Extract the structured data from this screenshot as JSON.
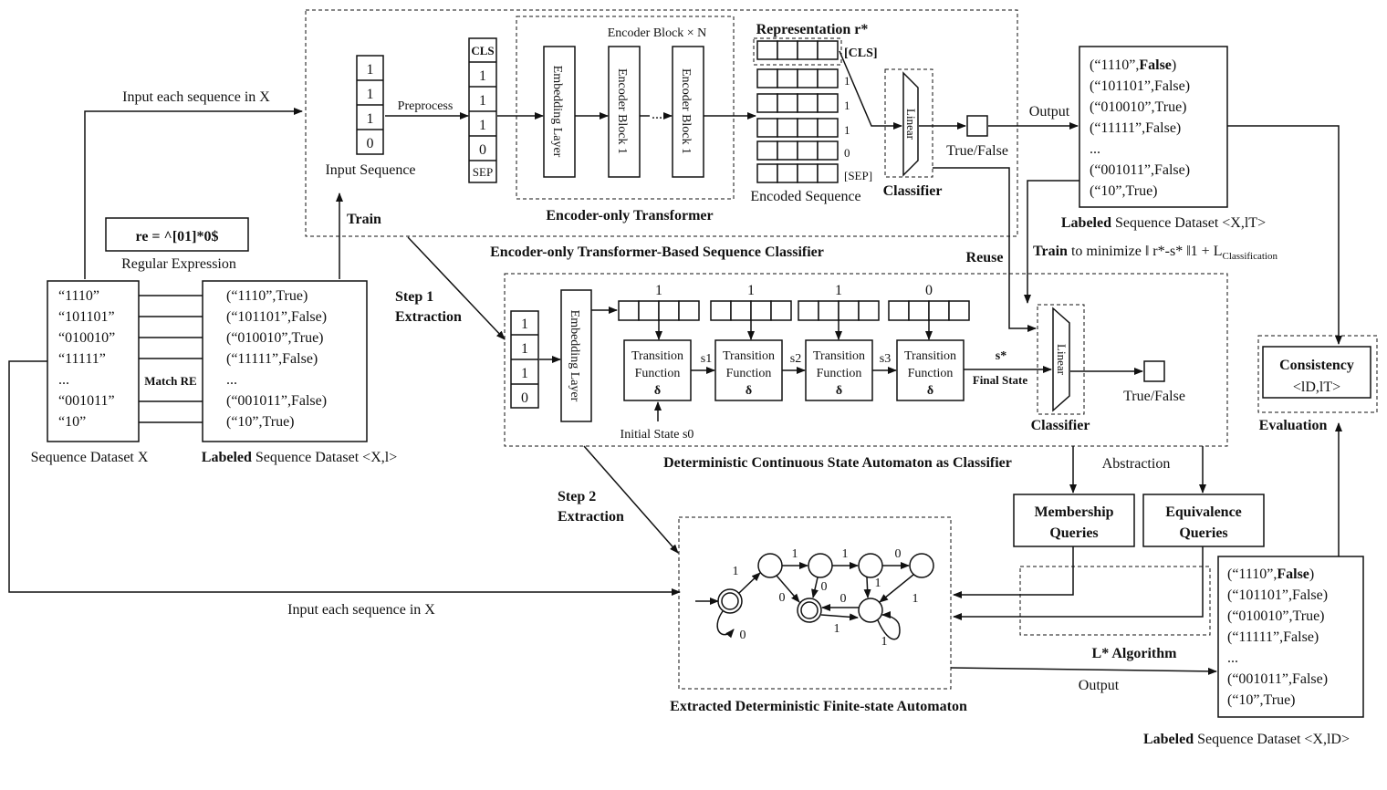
{
  "top_left_label": "Input each sequence in X",
  "regex": {
    "text": "re = ^[01]*0$",
    "caption": "Regular Expression"
  },
  "train_label": "Train",
  "dataset": {
    "items": [
      "“1110”",
      "“101101”",
      "“010010”",
      "“11111”",
      "...",
      "“001011”",
      "“10”"
    ],
    "caption": "Sequence Dataset X"
  },
  "match_re": "Match RE",
  "labeled": {
    "items": [
      "(“1110”,True)",
      "(“101101”,False)",
      "(“010010”,True)",
      "(“11111”,False)",
      "...",
      "(“001011”,False)",
      "(“10”,True)"
    ],
    "caption_bold": "Labeled",
    "caption_rest": " Sequence Dataset <X,l>"
  },
  "transformer": {
    "input_bits": [
      "1",
      "1",
      "1",
      "0"
    ],
    "input_caption": "Input Sequence",
    "preprocess": "Preprocess",
    "tokens": [
      "CLS",
      "1",
      "1",
      "1",
      "0",
      "SEP"
    ],
    "encoder_block_title": "Encoder Block × N",
    "embedding_layer": "Embedding Layer",
    "encoder_block": "Encoder Block 1",
    "ellipsis": "...",
    "encoder_caption": "Encoder-only Transformer",
    "representation": "Representation r*",
    "row_labels": [
      "[CLS]",
      "1",
      "1",
      "1",
      "0",
      "[SEP]"
    ],
    "encoded_caption": "Encoded Sequence",
    "linear": "Linear",
    "classifier": "Classifier",
    "true_false": "True/False",
    "output": "Output",
    "panel_caption": "Encoder-only Transformer-Based Sequence Classifier"
  },
  "out_top": {
    "items": [
      "(“1110”,",
      "(“101101”,False)",
      "(“010010”,True)",
      "(“11111”,False)",
      "...",
      "(“001011”,False)",
      "(“10”,True)"
    ],
    "first_bold": "False",
    "caption_bold": "Labeled",
    "caption_rest": " Sequence Dataset <X,lT>"
  },
  "train_min": {
    "bold": "Train",
    "rest": " to minimize ‖ r*-s* ‖1 + L",
    "sub": "Classification"
  },
  "reuse": "Reuse",
  "step1": [
    "Step 1",
    "Extraction"
  ],
  "dcsa": {
    "bits": [
      "1",
      "1",
      "1",
      "0"
    ],
    "embedding_layer": "Embedding Layer",
    "col_labels": [
      "1",
      "1",
      "1",
      "0"
    ],
    "tf_line1": "Transition",
    "tf_line2": "Function",
    "tf_line3": "δ",
    "states": [
      "s1",
      "s2",
      "s3"
    ],
    "final_state_sym": "s*",
    "final_state": "Final State",
    "initial_state": "Initial State  s0",
    "linear": "Linear",
    "classifier": "Classifier",
    "true_false": "True/False",
    "caption": "Deterministic Continuous State Automaton as Classifier"
  },
  "consistency": {
    "title": "Consistency",
    "sub": "<lD,lT>",
    "caption": "Evaluation"
  },
  "abstraction": "Abstraction",
  "membership": [
    "Membership",
    "Queries"
  ],
  "equivalence": [
    "Equivalence",
    "Queries"
  ],
  "step2": [
    "Step 2",
    "Extraction"
  ],
  "dfa": {
    "edges": [
      "1",
      "1",
      "1",
      "0",
      "0",
      "0",
      "0",
      "1",
      "1",
      "1",
      "0",
      "1"
    ],
    "caption": "Extracted Deterministic Finite-state Automaton"
  },
  "bottom_input": "Input each sequence in X",
  "lstar": "L* Algorithm",
  "output2": "Output",
  "out_bottom": {
    "items": [
      "(“1110”,",
      "(“101101”,False)",
      "(“010010”,True)",
      "(“11111”,False)",
      "...",
      "(“001011”,False)",
      "(“10”,True)"
    ],
    "first_bold": "False",
    "caption_bold": "Labeled",
    "caption_rest": " Sequence Dataset <X,lD>"
  }
}
